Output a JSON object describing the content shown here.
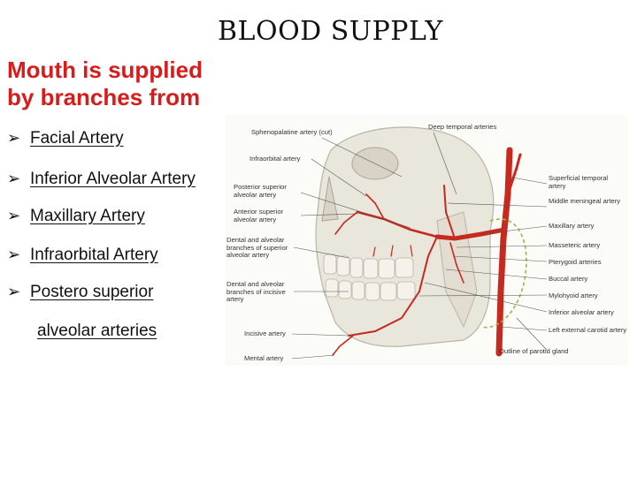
{
  "slide": {
    "title": "BLOOD SUPPLY",
    "intro": "Mouth is supplied by branches from",
    "bullets": [
      "Facial Artery",
      "Inferior Alveolar Artery",
      "Maxillary Artery",
      "Infraorbital Artery",
      "Postero superior"
    ],
    "bullet_continuation": "alveolar arteries",
    "bullet_icon": "arrow-bullet-icon"
  },
  "figure": {
    "labels_left": [
      "Sphenopalatine artery (cut)",
      "Infraorbital artery",
      "Posterior superior alveolar artery",
      "Anterior superior alveolar artery",
      "Dental and alveolar branches of superior alveolar artery",
      "Dental and alveolar branches of incisive artery",
      "Incisive artery",
      "Mental artery"
    ],
    "labels_top": [
      "Deep temporal arteries"
    ],
    "labels_right": [
      "Superficial temporal artery",
      "Middle meningeal artery",
      "Maxillary artery",
      "Masseteric artery",
      "Pterygoid arteries",
      "Buccal artery",
      "Mylohyoid artery",
      "Inferior alveolar artery",
      "Left external carotid artery",
      "Outline of parotid gland"
    ],
    "colors": {
      "artery": "#c8281e",
      "bone": "#e9e6dc",
      "gland_outline": "#a8b04a"
    }
  }
}
